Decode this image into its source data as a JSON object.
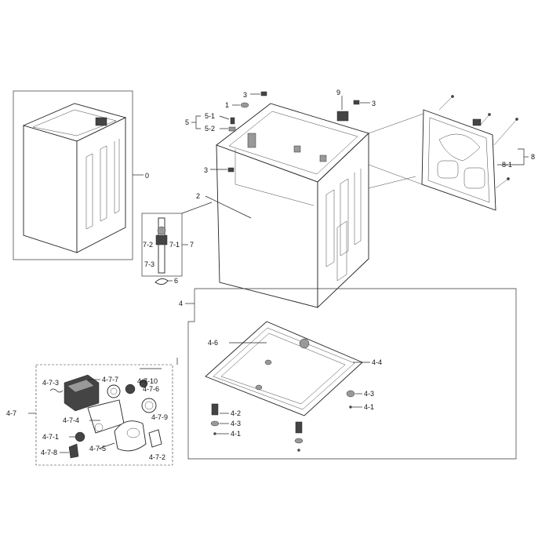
{
  "labels": {
    "l0": "0",
    "l1": "1",
    "l2": "2",
    "l3a": "3",
    "l3b": "3",
    "l3c": "3",
    "l4": "4",
    "l4_1a": "4-1",
    "l4_1b": "4-1",
    "l4_2": "4-2",
    "l4_3a": "4-3",
    "l4_3b": "4-3",
    "l4_4": "4-4",
    "l4_6": "4-6",
    "l4_7": "4-7",
    "l4_7_1": "4-7-1",
    "l4_7_2": "4-7-2",
    "l4_7_3": "4-7-3",
    "l4_7_4": "4-7-4",
    "l4_7_5": "4-7-5",
    "l4_7_6": "4-7-6",
    "l4_7_7": "4-7-7",
    "l4_7_8": "4-7-8",
    "l4_7_9": "4-7-9",
    "l4_7_10": "4-7-10",
    "l5": "5",
    "l5_1": "5-1",
    "l5_2": "5-2",
    "l6": "6",
    "l7": "7",
    "l7_1": "7-1",
    "l7_2": "7-2",
    "l7_3": "7-3",
    "l8": "8",
    "l8_1": "8-1",
    "l9": "9"
  }
}
